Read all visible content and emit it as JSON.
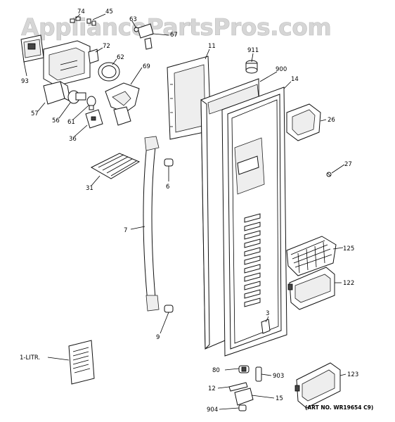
{
  "watermark": "AppliancePartsPros.com",
  "art_number": "(ART NO. WR19654 C9)",
  "labels": {
    "p74": "74",
    "p45": "45",
    "p63": "63",
    "p67": "67",
    "p72": "72",
    "p62": "62",
    "p69": "69",
    "p93": "93",
    "p57": "57",
    "p56": "56",
    "p61": "61",
    "p36": "36",
    "p31": "31",
    "p6": "6",
    "p7": "7",
    "p9": "9",
    "p11": "11",
    "p911": "911",
    "p900": "900",
    "p14": "14",
    "p26": "26",
    "p27": "27",
    "p125": "125",
    "p122": "122",
    "p3": "3",
    "p80": "80",
    "p903": "903",
    "p12": "12",
    "p904": "904",
    "p15": "15",
    "p123": "123",
    "p1litr": "1-LITR."
  }
}
